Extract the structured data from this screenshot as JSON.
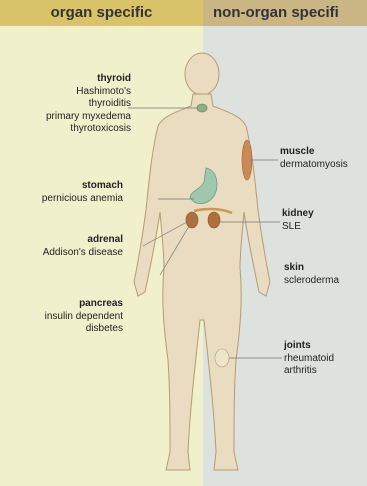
{
  "headers": {
    "left": "organ specific",
    "right": "non-organ specifi"
  },
  "labels": {
    "thyroid": {
      "title": "thyroid",
      "lines": [
        "Hashimoto's",
        "thyroiditis",
        "primary myxedema",
        "thyrotoxicosis"
      ]
    },
    "stomach": {
      "title": "stomach",
      "lines": [
        "pernicious anemia"
      ]
    },
    "adrenal": {
      "title": "adrenal",
      "lines": [
        "Addison's disease"
      ]
    },
    "pancreas": {
      "title": "pancreas",
      "lines": [
        "insulin dependent",
        "disbetes"
      ]
    },
    "muscle": {
      "title": "muscle",
      "lines": [
        "dermatomyosis"
      ]
    },
    "kidney": {
      "title": "kidney",
      "lines": [
        "SLE"
      ]
    },
    "skin": {
      "title": "skin",
      "lines": [
        "scleroderma"
      ]
    },
    "joints": {
      "title": "joints",
      "lines": [
        "rheumatoid",
        "arthritis"
      ]
    }
  },
  "colors": {
    "organ_bg": "#f0f0cc",
    "nonorgan_bg": "#dde2df",
    "header_left": "#d9c36a",
    "header_right": "#c9b684",
    "body_fill": "#e9dcc0",
    "body_stroke": "#b89a72"
  }
}
